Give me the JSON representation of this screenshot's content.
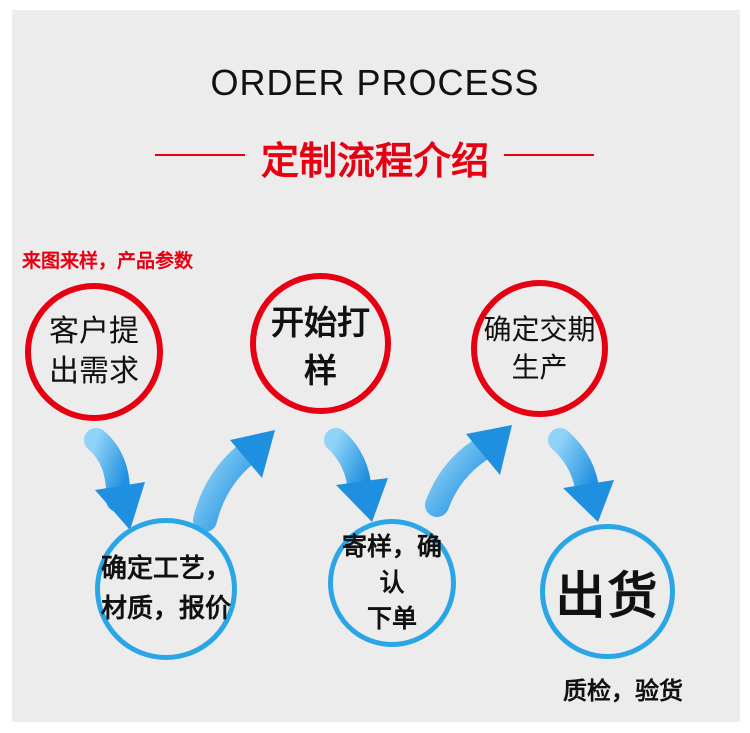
{
  "title_en": "ORDER PROCESS",
  "title_cn": "定制流程介绍",
  "top_note": "来图来样，产品参数",
  "steps": [
    {
      "label": "客户提\n出需求"
    },
    {
      "label": "开始打样"
    },
    {
      "label": "确定交期\n生产"
    },
    {
      "label": "确定工艺，\n材质，报价"
    },
    {
      "label": "寄样，确认\n下单"
    },
    {
      "label": "出货"
    }
  ],
  "bottom_note": "质检，验货",
  "colors": {
    "accent_red": "#e60012",
    "accent_blue": "#2aa6e6",
    "background": "#ececec"
  }
}
